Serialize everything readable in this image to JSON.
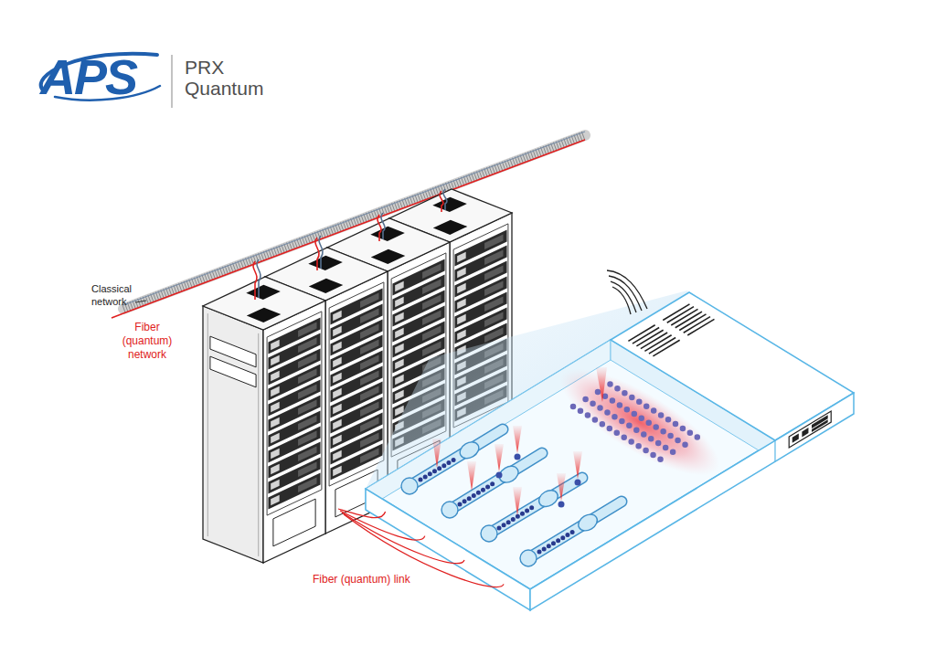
{
  "diagram": {
    "labels": [
      "APS",
      "PRX",
      "Quantum",
      "Classical network",
      "Fiber (quantum) network",
      "Fiber (quantum) link"
    ]
  }
}
